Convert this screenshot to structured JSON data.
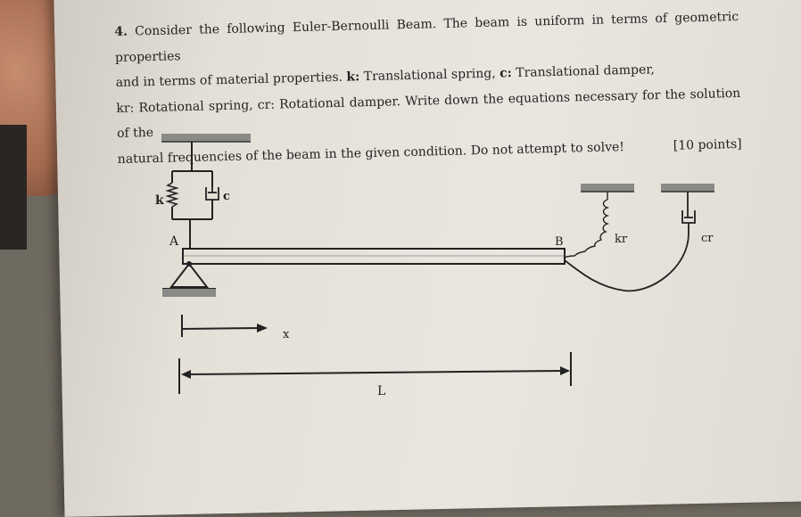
{
  "question": {
    "number": "4.",
    "line1": "Consider the following Euler-Bernoulli Beam. The beam is uniform in terms of geometric properties",
    "line2_pre": "and in terms of material properties. ",
    "k_sym": "k:",
    "k_desc": " Translational spring, ",
    "c_sym": "c:",
    "c_desc": " Translational damper,",
    "line3": "kr: Rotational spring, cr: Rotational damper. Write down the equations necessary for the solution of the",
    "line4": "natural frequencies of the beam in the given condition. Do not attempt to solve!",
    "points": "[10 points]"
  },
  "diagram": {
    "label_k": "k",
    "label_c": "c",
    "label_A": "A",
    "label_B": "B",
    "label_kr": "kr",
    "label_cr": "cr",
    "label_x": "x",
    "label_L": "L"
  }
}
